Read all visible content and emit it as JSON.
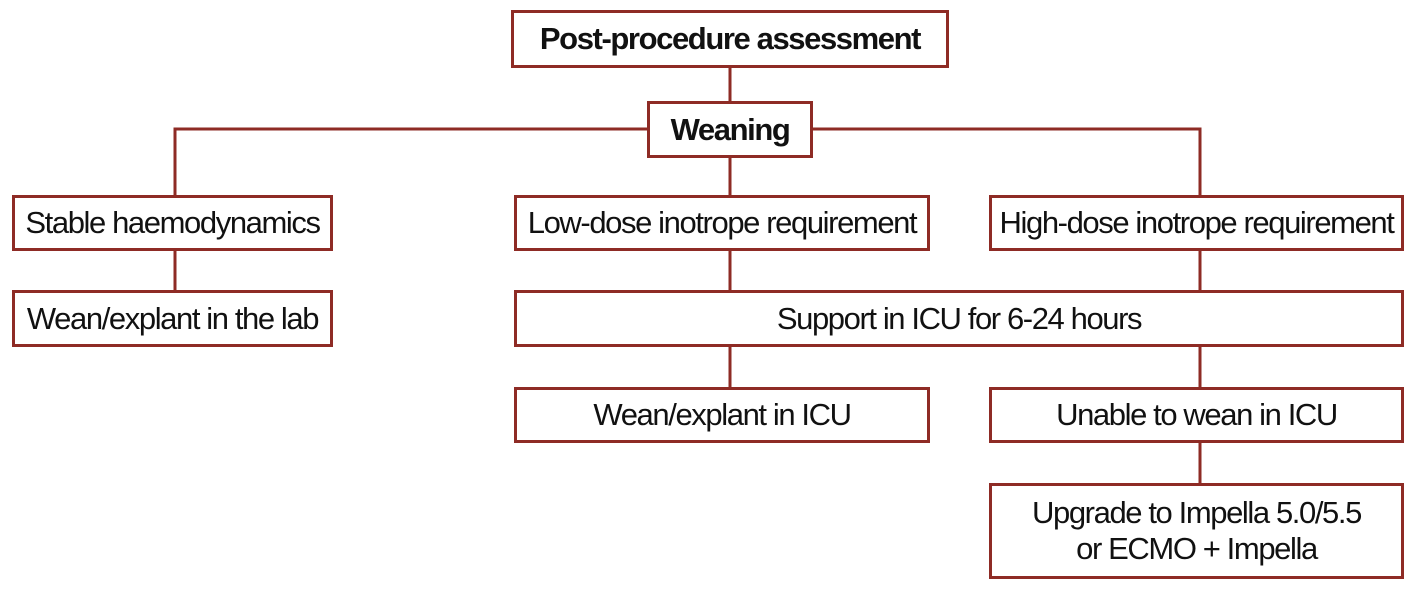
{
  "diagram": {
    "nodes": {
      "root": "Post-procedure assessment",
      "weaning": "Weaning",
      "stable": "Stable haemodynamics",
      "low_dose": "Low-dose inotrope requirement",
      "high_dose": "High-dose inotrope requirement",
      "lab_wean": "Wean/explant in the lab",
      "icu_support": "Support in ICU for 6-24 hours",
      "icu_wean": "Wean/explant in ICU",
      "unable_wean": "Unable to wean in ICU",
      "upgrade_line1": "Upgrade to Impella 5.0/5.5",
      "upgrade_line2": "or ECMO + Impella"
    },
    "colors": {
      "border": "#8e2b25",
      "text": "#111111",
      "background": "#ffffff"
    }
  }
}
